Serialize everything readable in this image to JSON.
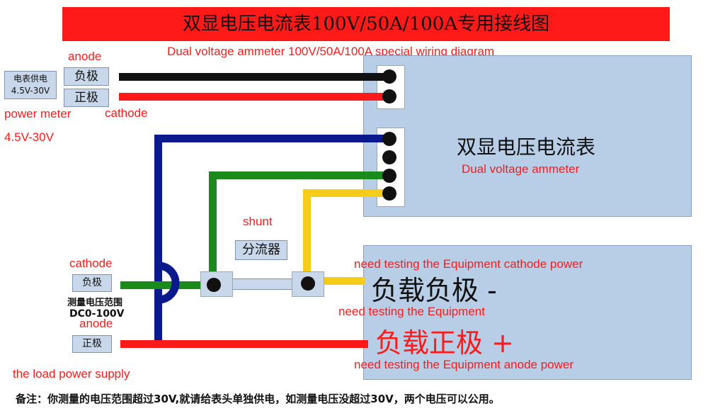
{
  "title": {
    "cn": "双显电压电流表100V/50A/100A专用接线图",
    "en": "Dual voltage ammeter 100V/50A/100A special wiring diagram"
  },
  "power_section": {
    "box_line1": "电表供电",
    "box_line2": "4.5V-30V",
    "anode_label": "anode",
    "neg_box": "负极",
    "pos_box": "正极",
    "power_meter_label": "power meter",
    "voltage_range": "4.5V-30V",
    "cathode_label": "cathode"
  },
  "meter": {
    "name_cn": "双显电压电流表",
    "name_en": "Dual voltage ammeter"
  },
  "shunt": {
    "label_en": "shunt",
    "label_cn": "分流器"
  },
  "measure_section": {
    "cathode_label": "cathode",
    "neg_box": "负极",
    "range_cn": "测量电压范围",
    "range_value": "DC0-100V",
    "anode_label": "anode",
    "pos_box": "正极",
    "supply_label": "the load power supply"
  },
  "load": {
    "cathode_caption": "need testing the Equipment cathode power",
    "neg_cn": "负载负极 -",
    "mid_caption": "need testing the Equipment",
    "pos_cn": "负载正极 +",
    "anode_caption": "need testing the Equipment anode power"
  },
  "note": "备注：你测量的电压范围超过30V,就请给表头单独供电，如测量电压没超过30V，两个电压可以公用。",
  "colors": {
    "title_bar": "#ff1a1a",
    "wire_black": "#111111",
    "wire_red": "#ff1a1a",
    "wire_blue": "#0a1a8c",
    "wire_green": "#1a8a1a",
    "wire_yellow": "#f5cc1a",
    "box_fill": "#b8cde6"
  }
}
